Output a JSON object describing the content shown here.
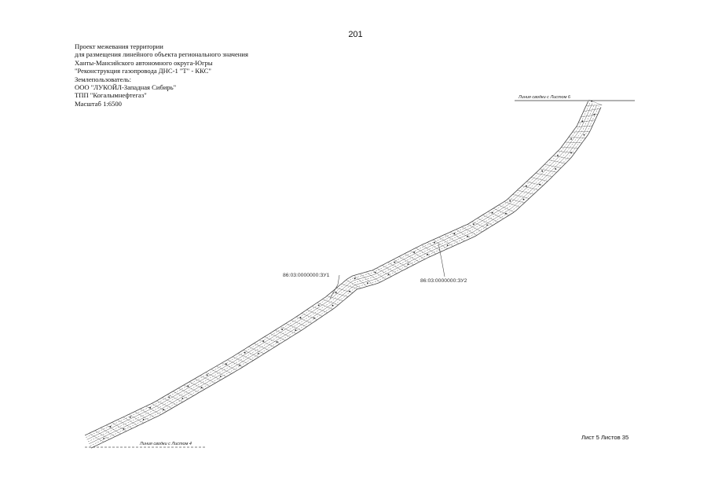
{
  "page": {
    "number": "201"
  },
  "header": {
    "lines": [
      "Проект межевания территории",
      "для размещения линейного объекта регионального значения",
      "Ханты-Мансийского автономного округа-Югры",
      "\"Реконструкция газопровода ДНС-1 \"Т\" - ККС\"",
      "Землепользователь:",
      "ООО \"ЛУКОЙЛ-Западная Сибирь\"",
      "ТПП \"Когалымнефтегаз\"",
      "Масштаб 1:6500"
    ]
  },
  "drawing": {
    "match_line_top": "Линия сводки с Листом 6",
    "match_line_bottom": "Линия сводки с Листом 4",
    "parcel_1": "86:03:0000000:ЗУ1",
    "parcel_2": "86:03:0000000:ЗУ2",
    "line_color": "#444444"
  },
  "footer": {
    "sheet_label": "Лист 5 Листов 35"
  }
}
